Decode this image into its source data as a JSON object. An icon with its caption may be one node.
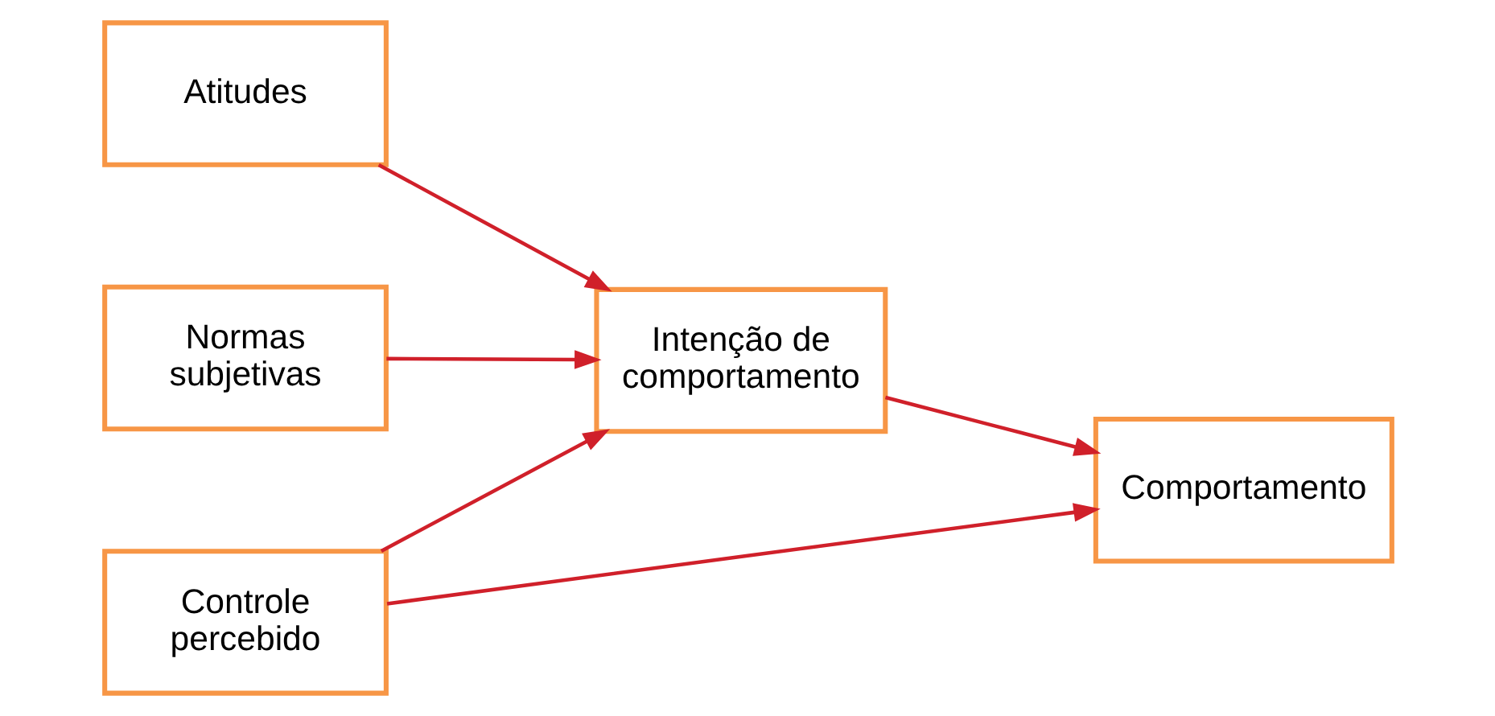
{
  "diagram": {
    "nodes": [
      {
        "text": [
          "Atitudes"
        ]
      },
      {
        "text": [
          "Normas subjetivas"
        ]
      },
      {
        "text": [
          "Controle percebido"
        ]
      },
      {
        "text": [
          "Intenção de comportamento"
        ]
      },
      {
        "text": [
          "Comportamento"
        ]
      }
    ],
    "edges": [
      {
        "from": 0,
        "to": 3,
        "arrow": "to"
      },
      {
        "from": 1,
        "to": 3,
        "arrow": "to"
      },
      {
        "from": 2,
        "to": 3,
        "arrow": "to"
      },
      {
        "from": 3,
        "to": 4,
        "arrow": "to"
      },
      {
        "from": 2,
        "to": 4,
        "arrow": "to"
      }
    ]
  }
}
